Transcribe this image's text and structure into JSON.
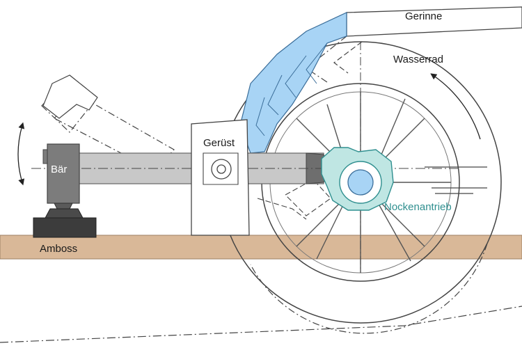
{
  "labels": {
    "gerinne": "Gerinne",
    "wasserrad": "Wasserrad",
    "geruest": "Gerüst",
    "baer": "Bär",
    "nockenantrieb": "Nockenantrieb",
    "amboss": "Amboss"
  },
  "colors": {
    "ground": "#d9b898",
    "water_blue": "#a8d4f5",
    "cam_teal": "#bfe6e3",
    "steel_gray": "#c8c8c8",
    "anvil_dark": "#4a4a4a",
    "label_teal": "#2f8f8f"
  },
  "icons": {
    "wheel_rotation": "curved-arrow-counterclockwise",
    "hammer_motion": "double-curved-arrow-vertical"
  }
}
